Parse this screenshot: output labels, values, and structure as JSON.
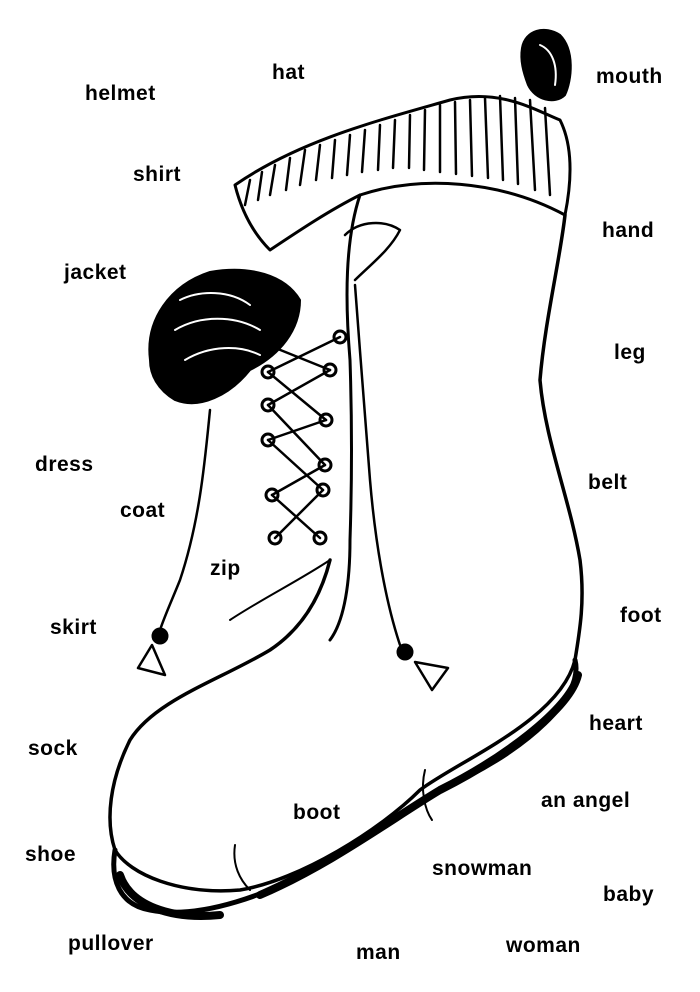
{
  "words": {
    "helmet": "helmet",
    "hat": "hat",
    "mouth": "mouth",
    "shirt": "shirt",
    "hand": "hand",
    "jacket": "jacket",
    "leg": "leg",
    "dress": "dress",
    "coat": "coat",
    "belt": "belt",
    "zip": "zip",
    "skirt": "skirt",
    "foot": "foot",
    "sock": "sock",
    "heart": "heart",
    "an_angel": "an angel",
    "boot": "boot",
    "shoe": "shoe",
    "snowman": "snowman",
    "baby": "baby",
    "pullover": "pullover",
    "man": "man",
    "woman": "woman"
  },
  "illustration": {
    "subject": "boot-illustration",
    "ink_color": "#000000"
  }
}
